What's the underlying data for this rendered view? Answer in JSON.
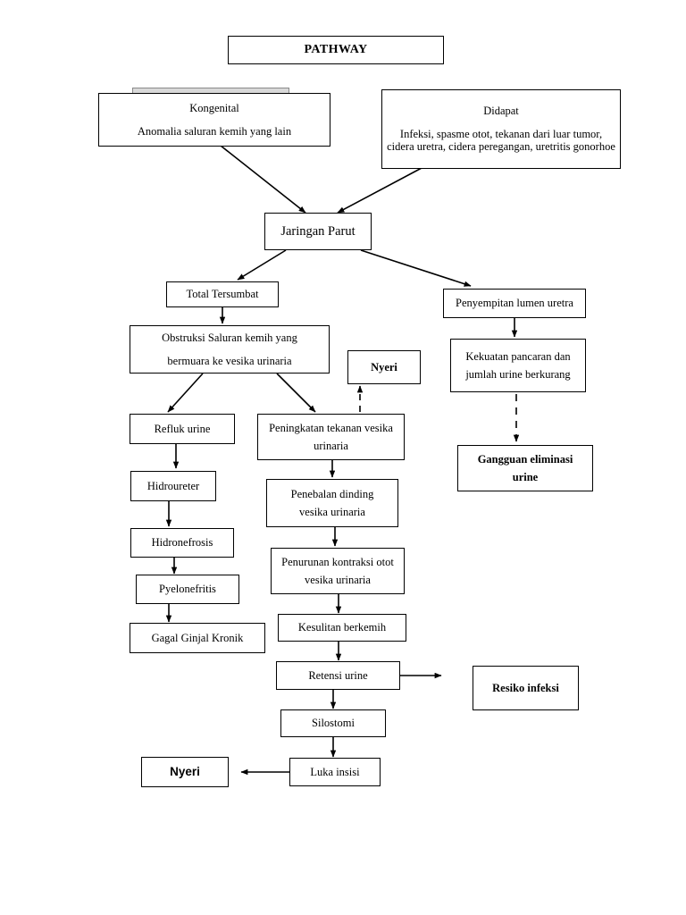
{
  "document": {
    "title": "PATHWAY"
  },
  "diagram": {
    "type": "flowchart",
    "orientation": "top-down",
    "nodes": [
      {
        "id": "title",
        "label": "PATHWAY",
        "lines": [
          "PATHWAY"
        ]
      },
      {
        "id": "kongenital",
        "label": "Kongenital",
        "lines": [
          "Kongenital",
          "Anomalia saluran kemih yang lain"
        ]
      },
      {
        "id": "didapat",
        "label": "Didapat",
        "lines": [
          "Didapat",
          "Infeksi, spasme otot, tekanan dari luar tumor, cidera uretra, cidera peregangan, uretritis gonorhoe"
        ]
      },
      {
        "id": "jaringan",
        "label": "Jaringan Parut",
        "lines": [
          "Jaringan Parut"
        ]
      },
      {
        "id": "total",
        "label": "Total Tersumbat",
        "lines": [
          "Total Tersumbat"
        ]
      },
      {
        "id": "penyempitan",
        "label": "Penyempitan lumen uretra",
        "lines": [
          "Penyempitan lumen uretra"
        ]
      },
      {
        "id": "obstruksi",
        "label": "Obstruksi Saluran kemih yang bermuara ke vesika urinaria",
        "lines": [
          "Obstruksi Saluran kemih yang",
          "bermuara ke vesika urinaria"
        ]
      },
      {
        "id": "nyeri1",
        "label": "Nyeri",
        "lines": [
          "Nyeri"
        ]
      },
      {
        "id": "kekuatan",
        "label": "Kekuatan pancaran dan jumlah urine berkurang",
        "lines": [
          "Kekuatan pancaran dan",
          "jumlah urine berkurang"
        ]
      },
      {
        "id": "refluk",
        "label": "Refluk urine",
        "lines": [
          "Refluk urine"
        ]
      },
      {
        "id": "peningkatan",
        "label": "Peningkatan tekanan vesika urinaria",
        "lines": [
          "Peningkatan tekanan vesika",
          "urinaria"
        ]
      },
      {
        "id": "gangguan",
        "label": "Gangguan eliminasi urine",
        "lines": [
          "Gangguan eliminasi",
          "urine"
        ]
      },
      {
        "id": "hidroureter",
        "label": "Hidroureter",
        "lines": [
          "Hidroureter"
        ]
      },
      {
        "id": "penebalan",
        "label": "Penebalan dinding vesika urinaria",
        "lines": [
          "Penebalan dinding",
          "vesika urinaria"
        ]
      },
      {
        "id": "hidronefrosis",
        "label": "Hidronefrosis",
        "lines": [
          "Hidronefrosis"
        ]
      },
      {
        "id": "penurunan",
        "label": "Penurunan kontraksi otot vesika urinaria",
        "lines": [
          "Penurunan kontraksi otot",
          "vesika urinaria"
        ]
      },
      {
        "id": "pyelonefritis",
        "label": "Pyelonefritis",
        "lines": [
          "Pyelonefritis"
        ]
      },
      {
        "id": "kesulitan",
        "label": "Kesulitan berkemih",
        "lines": [
          "Kesulitan berkemih"
        ]
      },
      {
        "id": "gagal",
        "label": "Gagal Ginjal Kronik",
        "lines": [
          "Gagal Ginjal Kronik"
        ]
      },
      {
        "id": "retensi",
        "label": "Retensi urine",
        "lines": [
          "Retensi urine"
        ]
      },
      {
        "id": "resiko",
        "label": "Resiko infeksi",
        "lines": [
          "Resiko infeksi"
        ]
      },
      {
        "id": "silostomi",
        "label": "Silostomi",
        "lines": [
          "Silostomi"
        ]
      },
      {
        "id": "nyeri2",
        "label": "Nyeri",
        "lines": [
          "Nyeri"
        ]
      },
      {
        "id": "luka",
        "label": "Luka insisi",
        "lines": [
          "Luka insisi"
        ]
      }
    ],
    "edges": [
      {
        "from": "kongenital",
        "to": "jaringan",
        "style": "solid"
      },
      {
        "from": "didapat",
        "to": "jaringan",
        "style": "solid"
      },
      {
        "from": "jaringan",
        "to": "total",
        "style": "solid"
      },
      {
        "from": "jaringan",
        "to": "penyempitan",
        "style": "solid"
      },
      {
        "from": "total",
        "to": "obstruksi",
        "style": "solid"
      },
      {
        "from": "obstruksi",
        "to": "refluk",
        "style": "solid"
      },
      {
        "from": "obstruksi",
        "to": "peningkatan",
        "style": "solid"
      },
      {
        "from": "penyempitan",
        "to": "kekuatan",
        "style": "solid"
      },
      {
        "from": "kekuatan",
        "to": "gangguan",
        "style": "dashed"
      },
      {
        "from": "peningkatan",
        "to": "nyeri1",
        "style": "dashed"
      },
      {
        "from": "refluk",
        "to": "hidroureter",
        "style": "solid"
      },
      {
        "from": "hidroureter",
        "to": "hidronefrosis",
        "style": "solid"
      },
      {
        "from": "hidronefrosis",
        "to": "pyelonefritis",
        "style": "solid"
      },
      {
        "from": "pyelonefritis",
        "to": "gagal",
        "style": "solid"
      },
      {
        "from": "peningkatan",
        "to": "penebalan",
        "style": "solid"
      },
      {
        "from": "penebalan",
        "to": "penurunan",
        "style": "solid"
      },
      {
        "from": "penurunan",
        "to": "kesulitan",
        "style": "solid"
      },
      {
        "from": "kesulitan",
        "to": "retensi",
        "style": "solid"
      },
      {
        "from": "retensi",
        "to": "resiko",
        "style": "solid"
      },
      {
        "from": "retensi",
        "to": "silostomi",
        "style": "solid"
      },
      {
        "from": "silostomi",
        "to": "luka",
        "style": "solid"
      },
      {
        "from": "luka",
        "to": "nyeri2",
        "style": "solid"
      }
    ]
  },
  "colors": {
    "background": "#ffffff",
    "stroke": "#000000",
    "text": "#000000",
    "ghost_fill": "#d9d9d9"
  }
}
